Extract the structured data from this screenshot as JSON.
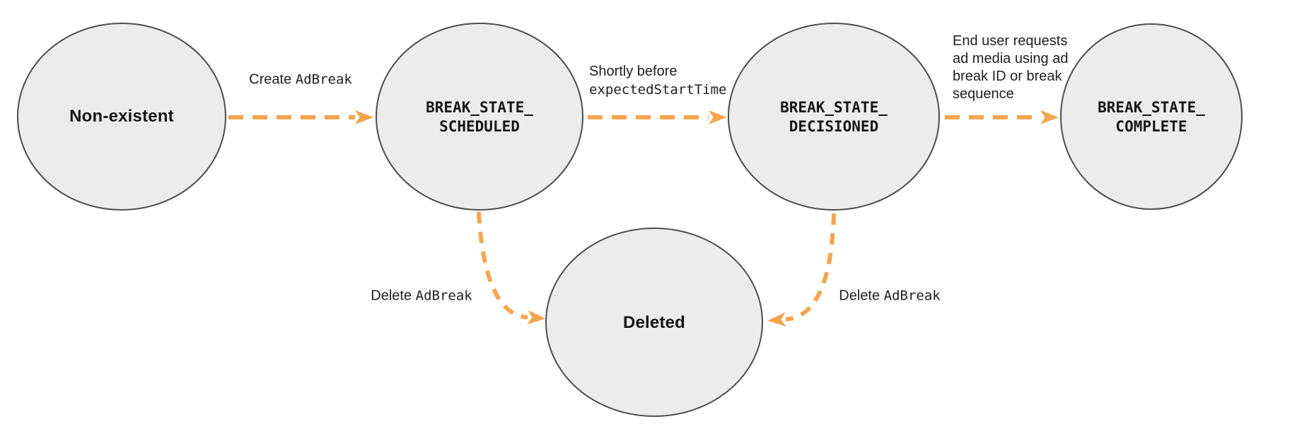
{
  "diagram": {
    "description": "Ad break lifecycle state diagram",
    "states": {
      "non_existent": {
        "label": "Non-existent"
      },
      "scheduled": {
        "line1": "BREAK_STATE_",
        "line2": "SCHEDULED"
      },
      "decisioned": {
        "line1": "BREAK_STATE_",
        "line2": "DECISIONED"
      },
      "complete": {
        "line1": "BREAK_STATE_",
        "line2": "COMPLETE"
      },
      "deleted": {
        "label": "Deleted"
      }
    },
    "transitions": {
      "create": {
        "prefix": "Create ",
        "code": "AdBreak"
      },
      "decision": {
        "line1": "Shortly before",
        "code": "expectedStartTime"
      },
      "complete": {
        "text": "End user requests ad media using ad break ID or break sequence",
        "lines": [
          "End user requests",
          "ad media using ad",
          "break ID or break",
          "sequence"
        ]
      },
      "delete_left": {
        "prefix": "Delete ",
        "code": "AdBreak"
      },
      "delete_right": {
        "prefix": "Delete ",
        "code": "AdBreak"
      }
    },
    "colors": {
      "arrow_orange": "#F6A44E",
      "circle_fill": "#ECECEC",
      "circle_stroke": "#4D4D4D",
      "text": "#1F1F1F"
    }
  }
}
